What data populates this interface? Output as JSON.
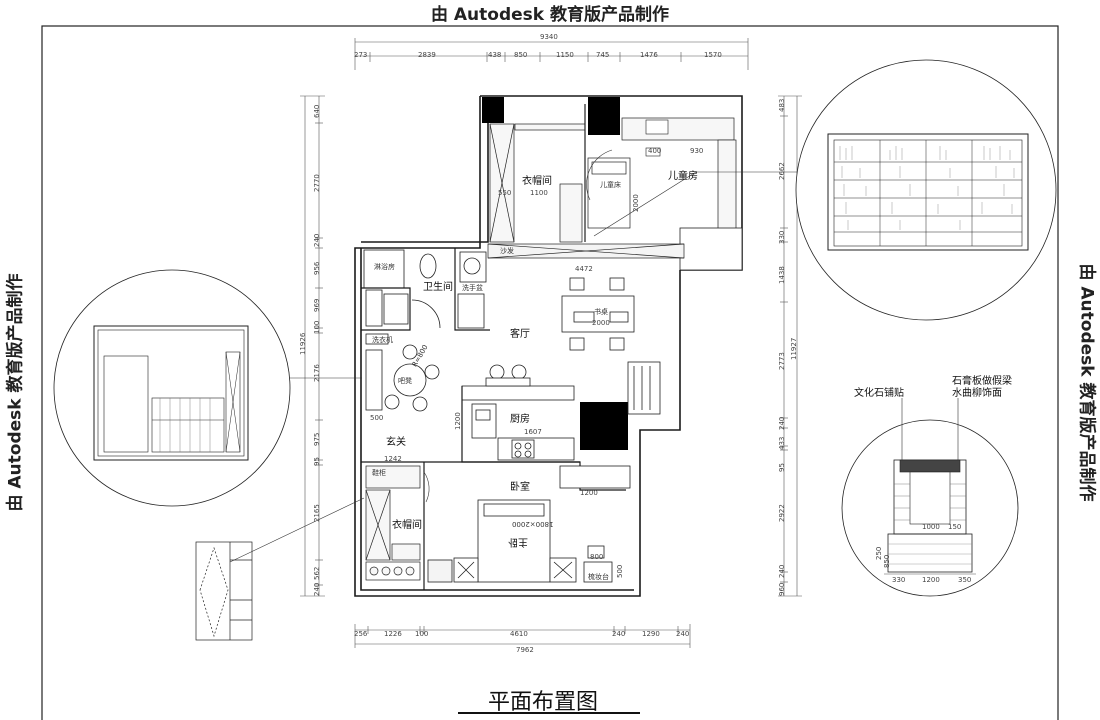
{
  "watermark": "由 Autodesk 教育版产品制作",
  "title": "平面布置图",
  "rooms": {
    "closet_top": "衣帽间",
    "kids_room": "儿童房",
    "kids_bed": "儿童床",
    "bathroom": "卫生间",
    "living_room": "客厅",
    "kitchen": "厨房",
    "entry": "玄关",
    "bedroom": "卧室",
    "closet_bottom": "衣帽间",
    "master_bed": "主卧",
    "shower": "淋浴房",
    "wash_basin": "洗手盆",
    "shoe_cabinet": "鞋柜",
    "desk": "书桌",
    "dresser": "梳妆台",
    "washer": "洗衣机",
    "stool": "吧凳",
    "sofa_label": "沙发"
  },
  "annotations": {
    "culture_stone": "文化石铺贴",
    "gypsum_beam": "石膏板做假梁",
    "gypsum_beam_2": "水曲柳饰面",
    "bed_size": "1800×2000",
    "r_label": "R=800"
  },
  "dims": {
    "top_total": "9340",
    "top_segments": [
      "273",
      "2839",
      "438",
      "850",
      "1150",
      "745",
      "1476",
      "1570"
    ],
    "bottom_total": "7962",
    "bottom_segments": [
      "256",
      "1226",
      "100",
      "4610",
      "240",
      "1290",
      "240"
    ],
    "left_total": "11926",
    "left_segments": [
      "640",
      "2770",
      "240",
      "956",
      "969",
      "100",
      "2176",
      "975",
      "95",
      "2165",
      "562",
      "240"
    ],
    "right_total": "11927",
    "right_segments": [
      "483",
      "2662",
      "330",
      "1438",
      "2773",
      "240",
      "433",
      "95",
      "2922",
      "240",
      "960"
    ],
    "inner": [
      "1100",
      "2000",
      "930",
      "400",
      "550",
      "4472",
      "2000",
      "1607",
      "1200",
      "1242",
      "500",
      "1200",
      "800",
      "500"
    ],
    "detail": [
      "1000",
      "150",
      "250",
      "330",
      "1200",
      "350",
      "850"
    ]
  },
  "colors": {
    "line": "#1a1a1a",
    "fill_black": "#000000",
    "cabinet": "#f4f4f4"
  }
}
